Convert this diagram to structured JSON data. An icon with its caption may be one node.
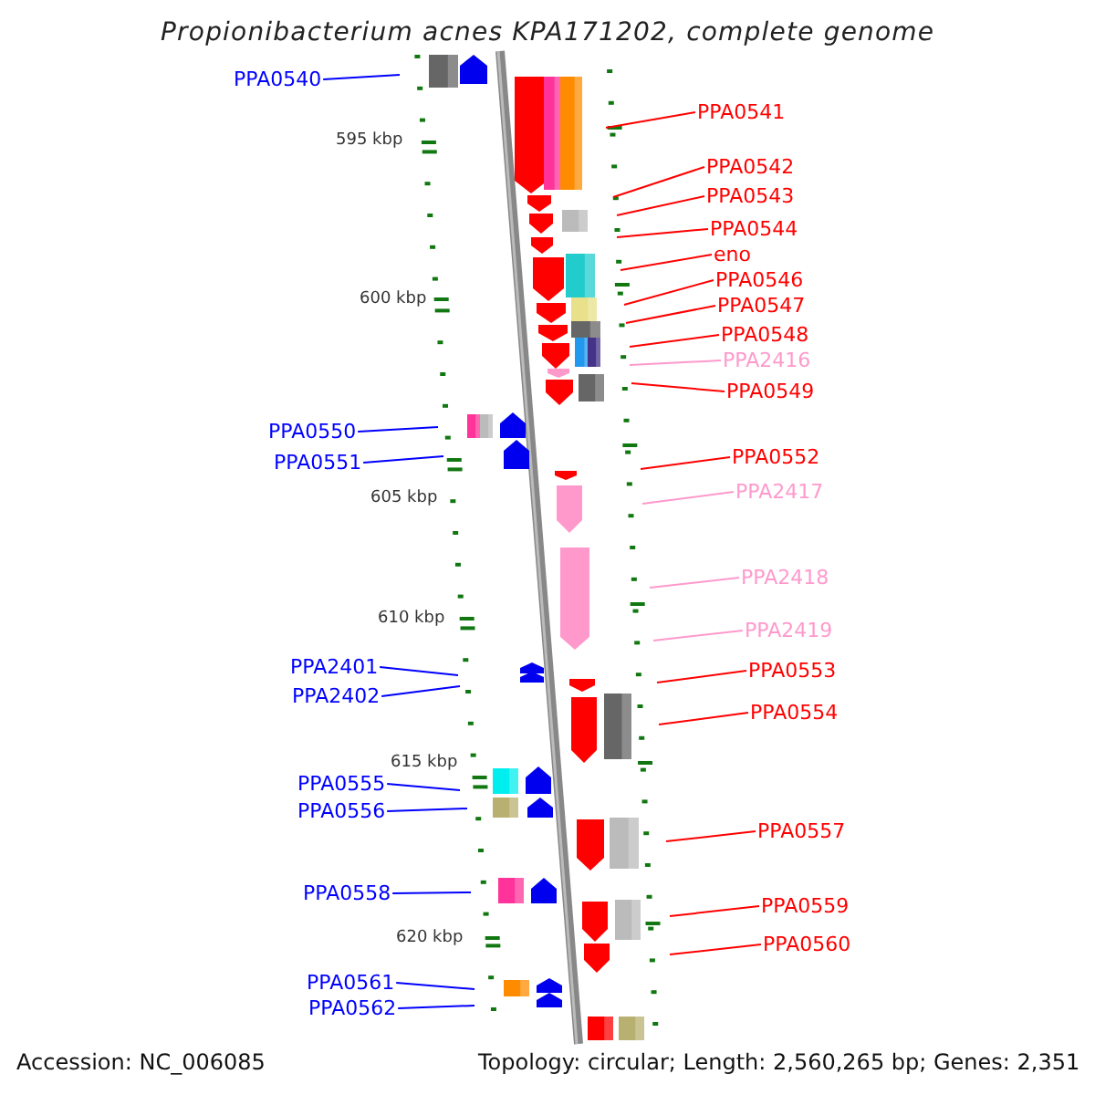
{
  "diagram": {
    "title": "Propionibacterium acnes KPA171202, complete genome",
    "nodes": [
      {
        "text": [
          "PPA0540"
        ]
      },
      {
        "text": [
          "PPA0541"
        ]
      },
      {
        "text": [
          "PPA0542"
        ]
      },
      {
        "text": [
          "PPA0543"
        ]
      },
      {
        "text": [
          "PPA0544"
        ]
      },
      {
        "text": [
          "eno"
        ]
      },
      {
        "text": [
          "PPA0546"
        ]
      },
      {
        "text": [
          "PPA0547"
        ]
      },
      {
        "text": [
          "PPA0548"
        ]
      },
      {
        "text": [
          "PPA2416"
        ]
      },
      {
        "text": [
          "PPA0549"
        ]
      },
      {
        "text": [
          "PPA0550"
        ]
      },
      {
        "text": [
          "PPA0552"
        ]
      },
      {
        "text": [
          "PPA0551"
        ]
      },
      {
        "text": [
          "PPA2417"
        ]
      },
      {
        "text": [
          "PPA2418"
        ]
      },
      {
        "text": [
          "PPA2419"
        ]
      },
      {
        "text": [
          "PPA2401"
        ]
      },
      {
        "text": [
          "PPA0553"
        ]
      },
      {
        "text": [
          "PPA2402"
        ]
      },
      {
        "text": [
          "PPA0554"
        ]
      },
      {
        "text": [
          "PPA0555"
        ]
      },
      {
        "text": [
          "PPA0556"
        ]
      },
      {
        "text": [
          "PPA0557"
        ]
      },
      {
        "text": [
          "PPA0558"
        ]
      },
      {
        "text": [
          "PPA0559"
        ]
      },
      {
        "text": [
          "PPA0560"
        ]
      },
      {
        "text": [
          "PPA0561"
        ]
      },
      {
        "text": [
          "PPA0562"
        ]
      }
    ],
    "edges": [
      {
        "from": 0,
        "to": null,
        "arrow": "none",
        "color": "#0000ff"
      },
      {
        "from": 1,
        "to": null,
        "arrow": "none"
      },
      {
        "from": 2,
        "to": null,
        "arrow": "none"
      },
      {
        "from": 3,
        "to": null,
        "arrow": "none"
      },
      {
        "from": 4,
        "to": null,
        "arrow": "none"
      },
      {
        "from": 5,
        "to": null,
        "arrow": "none"
      },
      {
        "from": 6,
        "to": null,
        "arrow": "none"
      },
      {
        "from": 7,
        "to": null,
        "arrow": "none"
      },
      {
        "from": 8,
        "to": null,
        "arrow": "none"
      },
      {
        "from": 9,
        "to": null,
        "arrow": "none",
        "color": "#ff99cc"
      },
      {
        "from": 10,
        "to": null,
        "arrow": "none"
      },
      {
        "from": 11,
        "to": null,
        "arrow": "none",
        "color": "#0000ff"
      },
      {
        "from": 12,
        "to": null,
        "arrow": "none"
      },
      {
        "from": 13,
        "to": null,
        "arrow": "none",
        "color": "#0000ff"
      },
      {
        "from": 14,
        "to": null,
        "arrow": "none",
        "color": "#ff99cc"
      },
      {
        "from": 15,
        "to": null,
        "arrow": "none",
        "color": "#ff99cc"
      },
      {
        "from": 16,
        "to": null,
        "arrow": "none",
        "color": "#ff99cc"
      },
      {
        "from": 17,
        "to": null,
        "arrow": "none",
        "color": "#0000ff"
      },
      {
        "from": 18,
        "to": null,
        "arrow": "none"
      },
      {
        "from": 19,
        "to": null,
        "arrow": "none",
        "color": "#0000ff"
      },
      {
        "from": 20,
        "to": null,
        "arrow": "none"
      },
      {
        "from": 21,
        "to": null,
        "arrow": "none",
        "color": "#0000ff"
      },
      {
        "from": 22,
        "to": null,
        "arrow": "none",
        "color": "#0000ff"
      },
      {
        "from": 23,
        "to": null,
        "arrow": "none"
      },
      {
        "from": 24,
        "to": null,
        "arrow": "none",
        "color": "#0000ff"
      },
      {
        "from": 25,
        "to": null,
        "arrow": "none"
      },
      {
        "from": 26,
        "to": null,
        "arrow": "none"
      },
      {
        "from": 27,
        "to": null,
        "arrow": "none",
        "color": "#0000ff"
      },
      {
        "from": 28,
        "to": null,
        "arrow": "none",
        "color": "#0000ff"
      }
    ],
    "labels": [
      "595 kbp",
      "600 kbp",
      "605 kbp",
      "610 kbp",
      "615 kbp",
      "620 kbp",
      "Accession: NC_006085",
      "Topology: circular; Length: 2,560,265 bp; Genes: 2,351"
    ]
  }
}
